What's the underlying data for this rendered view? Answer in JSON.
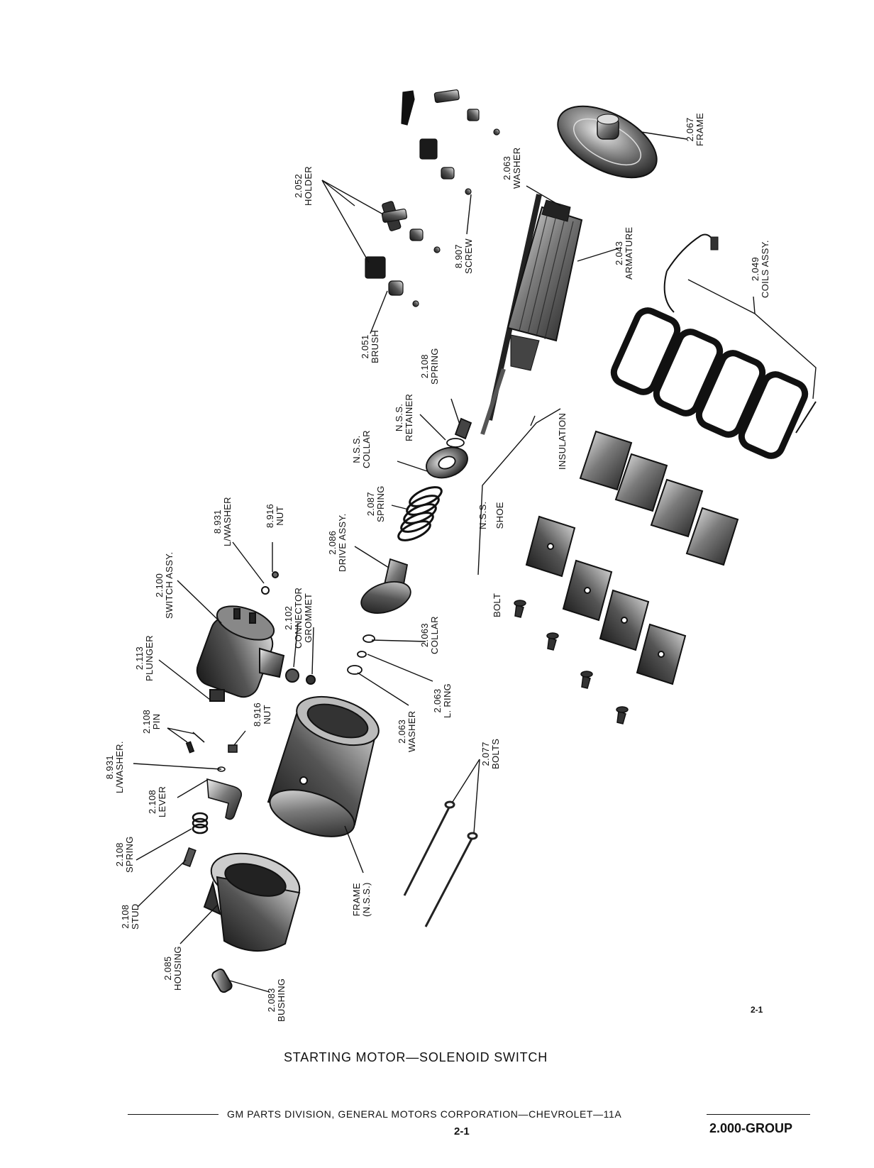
{
  "title": "STARTING MOTOR—SOLENOID SWITCH",
  "footer": {
    "corporation_line": "GM PARTS DIVISION, GENERAL MOTORS CORPORATION—CHEVROLET—11A",
    "page_number": "2-1",
    "group": "2.000-GROUP"
  },
  "side_page_number": "2-1",
  "callouts": {
    "frame_end": {
      "num": "2.067",
      "label": "FRAME"
    },
    "washer_top": {
      "num": "2.063",
      "label": "WASHER"
    },
    "holder": {
      "num": "2.052",
      "label": "HOLDER"
    },
    "screw": {
      "num": "8.907",
      "label": "SCREW"
    },
    "armature": {
      "num": "2.043",
      "label": "ARMATURE"
    },
    "coils": {
      "num": "2.049",
      "label": "COILS ASSY."
    },
    "brush": {
      "num": "2.051",
      "label": "BRUSH"
    },
    "spring_top": {
      "num": "2.108",
      "label": "SPRING"
    },
    "retainer": {
      "num": "N.S.S.",
      "label": "RETAINER"
    },
    "collar_nss": {
      "num": "N.S.S.",
      "label": "COLLAR"
    },
    "insulation": {
      "num": "",
      "label": "INSULATION"
    },
    "shoe": {
      "num": "N.S.S.",
      "label": "SHOE"
    },
    "bolt": {
      "num": "",
      "label": "BOLT"
    },
    "lwasher_top": {
      "num": "8.931",
      "label": "L/WASHER"
    },
    "nut_top": {
      "num": "8.916",
      "label": "NUT"
    },
    "spring_drive": {
      "num": "2.087",
      "label": "SPRING"
    },
    "drive": {
      "num": "2.086",
      "label": "DRIVE ASSY."
    },
    "switch": {
      "num": "2.100",
      "label": "SWITCH ASSY."
    },
    "connector": {
      "num": "2.102",
      "label": "CONNECTOR",
      "label2": "GROMMET"
    },
    "collar": {
      "num": "2.063",
      "label": "COLLAR"
    },
    "lring": {
      "num": "2.063",
      "label": "L. RING"
    },
    "washer_low": {
      "num": "2.063",
      "label": "WASHER"
    },
    "plunger": {
      "num": "2.113",
      "label": "PLUNGER"
    },
    "pin": {
      "num": "2.108",
      "label": "PIN"
    },
    "nut_low": {
      "num": "8.916",
      "label": "NUT"
    },
    "lwasher_low": {
      "num": "8.931",
      "label": "L/WASHER."
    },
    "lever": {
      "num": "2.108",
      "label": "LEVER"
    },
    "bolts": {
      "num": "2.077",
      "label": "BOLTS"
    },
    "spring_low": {
      "num": "2.108",
      "label": "SPRING"
    },
    "stud": {
      "num": "2.108",
      "label": "STUD"
    },
    "frame_nss": {
      "num": "FRAME",
      "label": "(N.S.S.)"
    },
    "housing": {
      "num": "2.085",
      "label": "HOUSING"
    },
    "bushing": {
      "num": "2.083",
      "label": "BUSHING"
    }
  }
}
